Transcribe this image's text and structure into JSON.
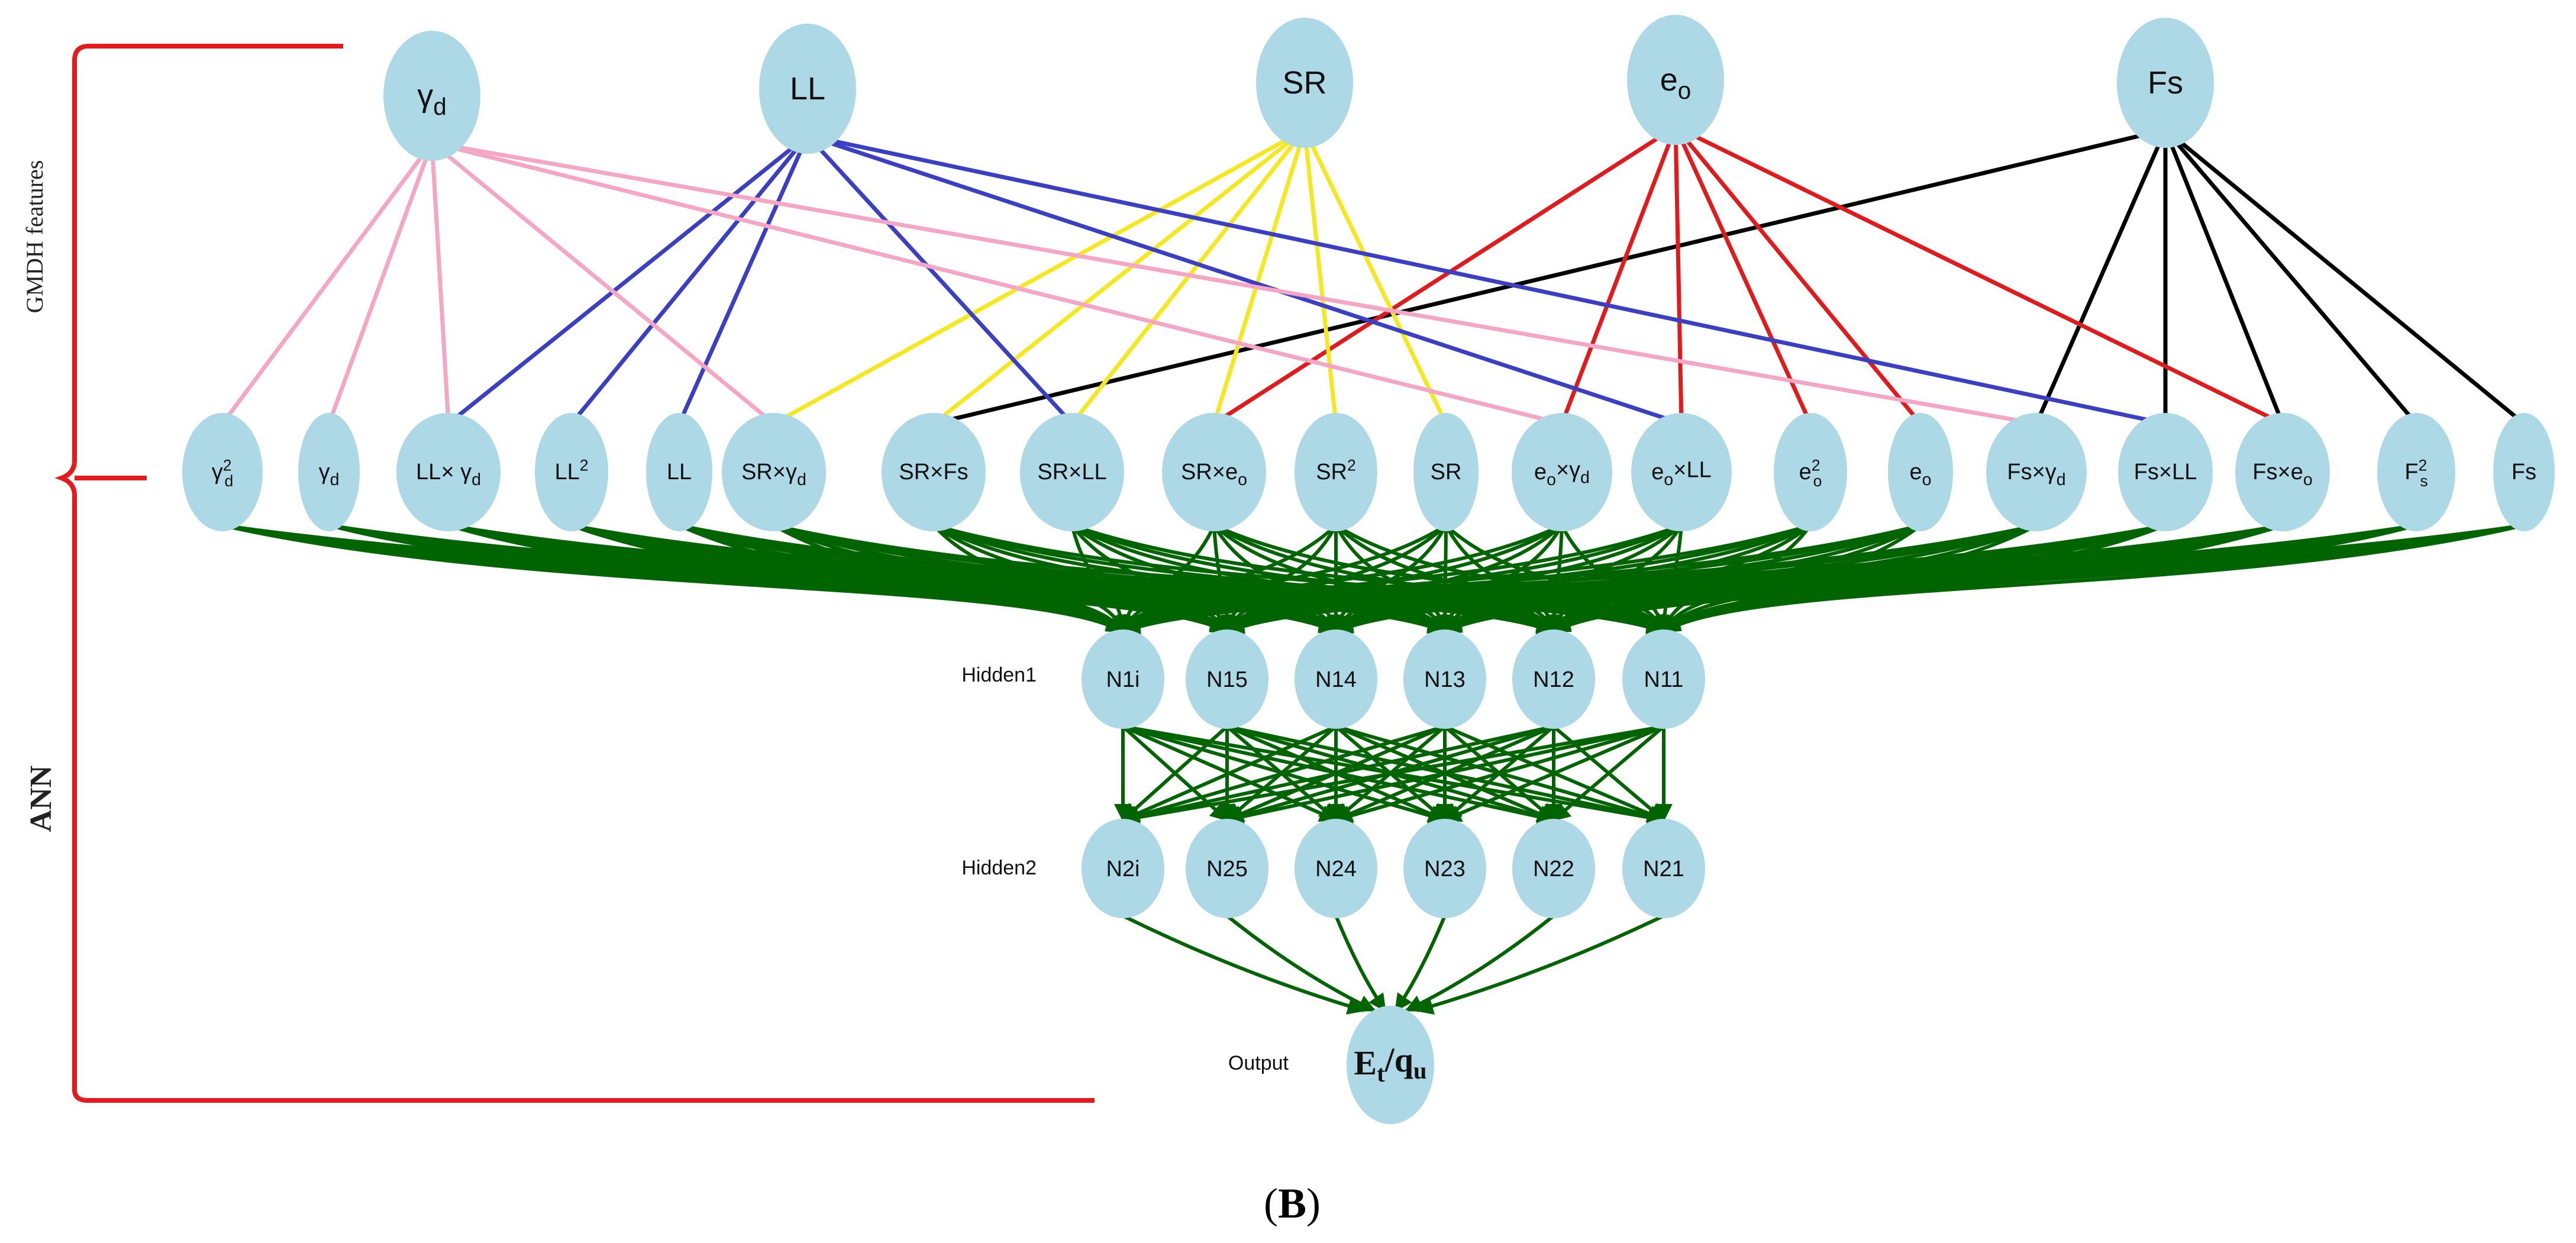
{
  "colors": {
    "node_fill": "#add8e6",
    "gmdh_edges": {
      "yd": "#f4a6c4",
      "LL": "#3a3fc4",
      "SR": "#f5e81e",
      "eo": "#e31a1c",
      "Fs": "#000000"
    },
    "ann_edge": "#006400",
    "bracket": "#e41a1c"
  },
  "side_labels": {
    "top": "GMDH features",
    "bottom": "ANN"
  },
  "layer_labels": {
    "hidden1": "Hidden1",
    "hidden2": "Hidden2",
    "output": "Output"
  },
  "caption": {
    "open": "(",
    "letter": "B",
    "close": ")"
  },
  "input_nodes": [
    {
      "id": "yd",
      "base": "γ",
      "sub": "d",
      "sup": ""
    },
    {
      "id": "LL",
      "base": "LL",
      "sub": "",
      "sup": ""
    },
    {
      "id": "SR",
      "base": "SR",
      "sub": "",
      "sup": ""
    },
    {
      "id": "eo",
      "base": "e",
      "sub": "o",
      "sup": ""
    },
    {
      "id": "Fs",
      "base": "Fs",
      "sub": "",
      "sup": ""
    }
  ],
  "feature_nodes": [
    {
      "id": "yd2",
      "base": "γ",
      "sub": "d",
      "sup": "2",
      "parents": [
        "yd"
      ]
    },
    {
      "id": "yd1",
      "base": "γ",
      "sub": "d",
      "sup": "",
      "parents": [
        "yd"
      ]
    },
    {
      "id": "LLyd",
      "base": "LL× γ",
      "sub": "d",
      "sup": "",
      "parents": [
        "yd",
        "LL"
      ]
    },
    {
      "id": "LL2",
      "base": "LL",
      "sub": "",
      "sup": "2",
      "parents": [
        "LL"
      ]
    },
    {
      "id": "LL1",
      "base": "LL",
      "sub": "",
      "sup": "",
      "parents": [
        "LL"
      ]
    },
    {
      "id": "SRyd",
      "base": "SR×γ",
      "sub": "d",
      "sup": "",
      "parents": [
        "yd",
        "SR"
      ]
    },
    {
      "id": "SRFs",
      "base": "SR×Fs",
      "sub": "",
      "sup": "",
      "parents": [
        "SR",
        "Fs"
      ]
    },
    {
      "id": "SRLL",
      "base": "SR×LL",
      "sub": "",
      "sup": "",
      "parents": [
        "SR",
        "LL"
      ]
    },
    {
      "id": "SReo",
      "base": "SR×e",
      "sub": "o",
      "sup": "",
      "parents": [
        "SR",
        "eo"
      ]
    },
    {
      "id": "SR2",
      "base": "SR",
      "sub": "",
      "sup": "2",
      "parents": [
        "SR"
      ]
    },
    {
      "id": "SR1",
      "base": "SR",
      "sub": "",
      "sup": "",
      "parents": [
        "SR"
      ]
    },
    {
      "id": "eoyd",
      "base": "e",
      "sub": "o",
      "rest": "×γ",
      "rest_sub": "d",
      "sup": "",
      "parents": [
        "yd",
        "eo"
      ]
    },
    {
      "id": "eoLL",
      "base": "e",
      "sub": "o",
      "rest": "×LL",
      "rest_sub": "",
      "sup": "",
      "parents": [
        "LL",
        "eo"
      ]
    },
    {
      "id": "eo2",
      "base": "e",
      "sub": "o",
      "sup": "2",
      "parents": [
        "eo"
      ]
    },
    {
      "id": "eo1",
      "base": "e",
      "sub": "o",
      "sup": "",
      "parents": [
        "eo"
      ]
    },
    {
      "id": "Fsyd",
      "base": "Fs×γ",
      "sub": "d",
      "sup": "",
      "parents": [
        "yd",
        "Fs"
      ]
    },
    {
      "id": "FsLL",
      "base": "Fs×LL",
      "sub": "",
      "sup": "",
      "parents": [
        "LL",
        "Fs"
      ]
    },
    {
      "id": "Fseo",
      "base": "Fs×e",
      "sub": "o",
      "sup": "",
      "parents": [
        "eo",
        "Fs"
      ]
    },
    {
      "id": "Fs2",
      "base": "F",
      "sub": "s",
      "sup": "2",
      "parents": [
        "Fs"
      ]
    },
    {
      "id": "Fs1",
      "base": "Fs",
      "sub": "",
      "sup": "",
      "parents": [
        "Fs"
      ]
    }
  ],
  "hidden1": [
    "N1i",
    "N15",
    "N14",
    "N13",
    "N12",
    "N11"
  ],
  "hidden2": [
    "N2i",
    "N25",
    "N24",
    "N23",
    "N22",
    "N21"
  ],
  "output": {
    "base": "E",
    "sub": "t",
    "slash": "/q",
    "sub2": "u"
  }
}
